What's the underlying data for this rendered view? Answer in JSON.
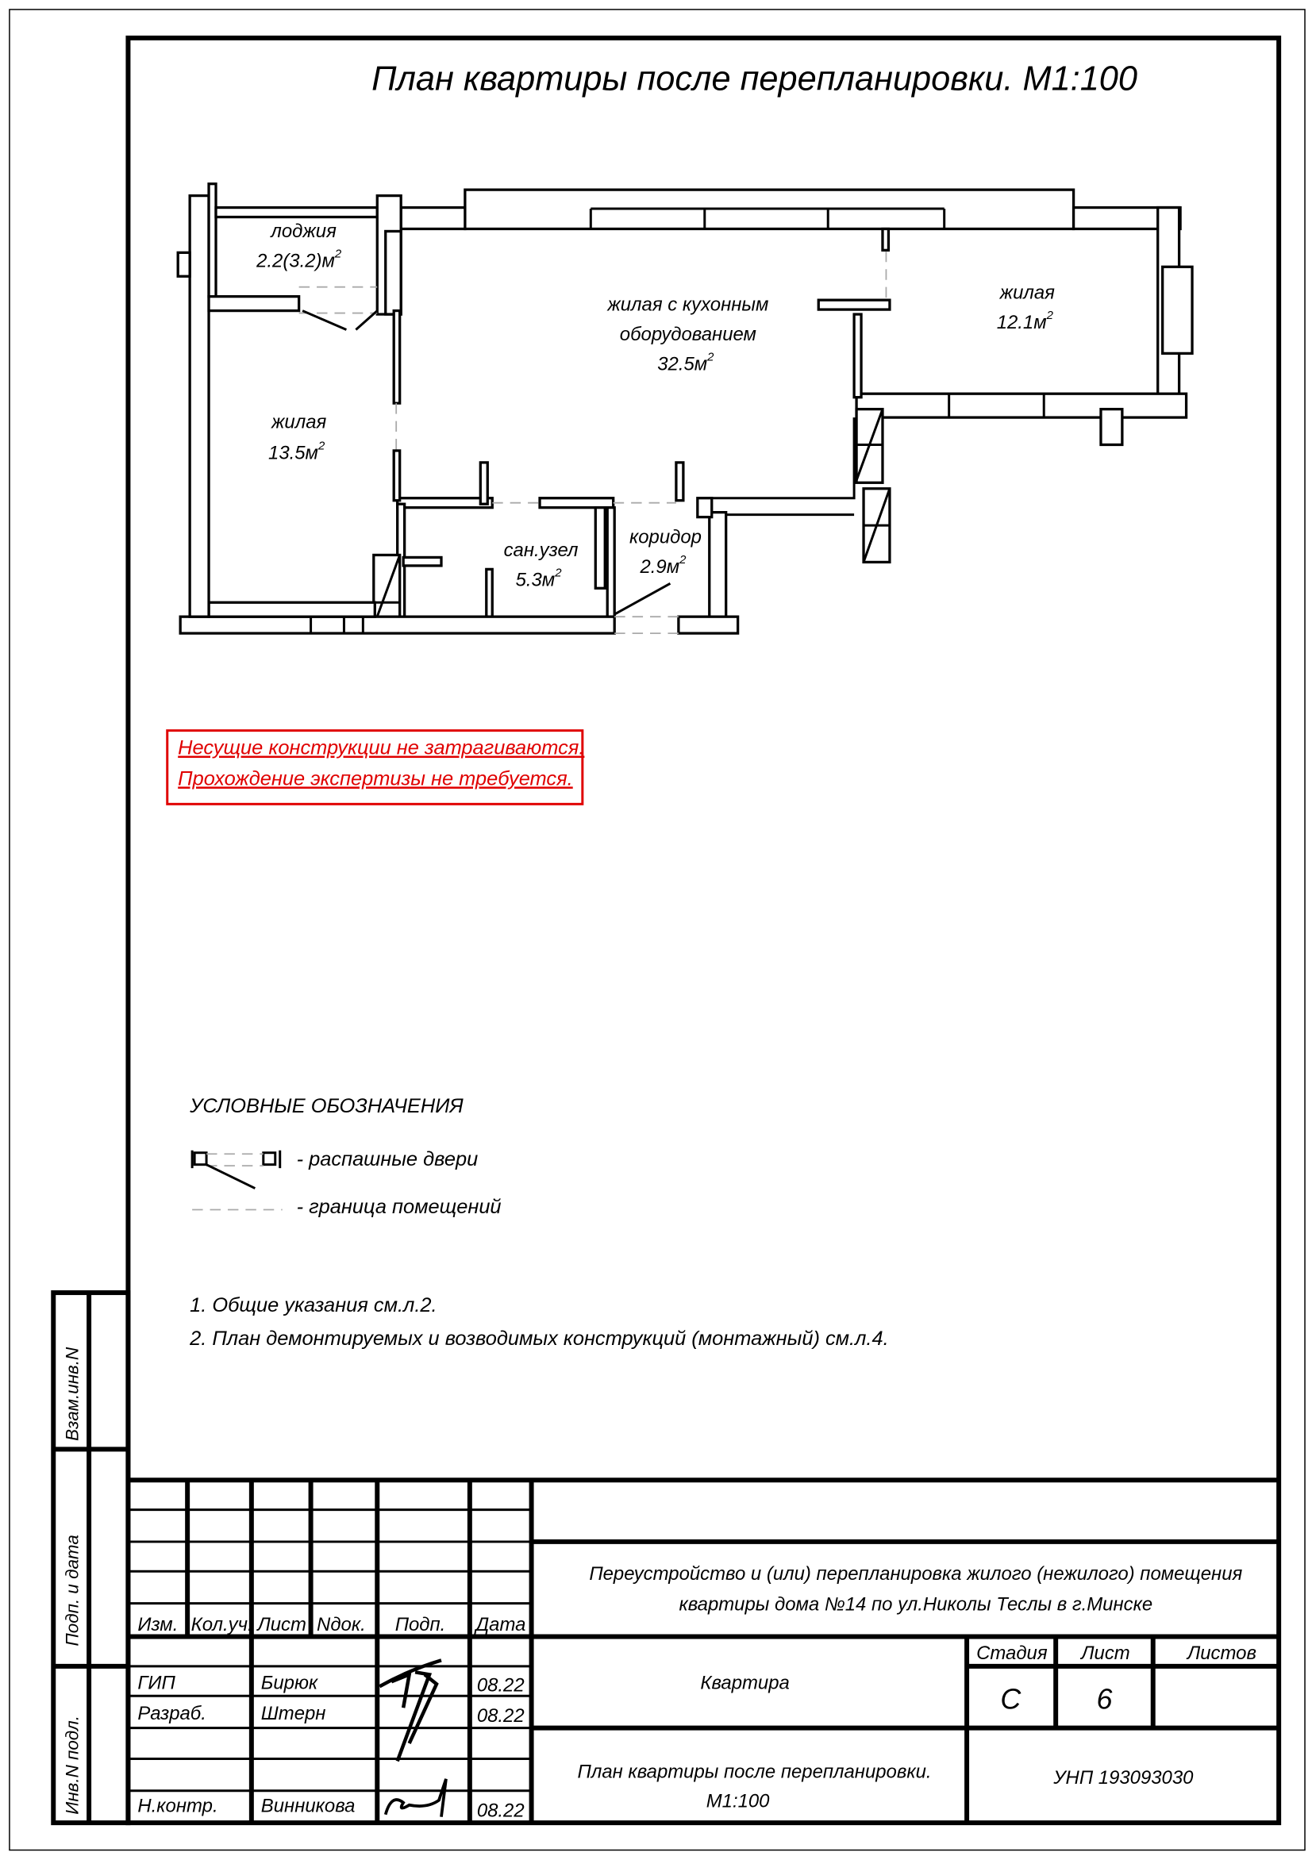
{
  "sheet": {
    "title": "План квартиры после перепланировки. М1:100"
  },
  "plan": {
    "rooms": [
      {
        "name": "лоджия",
        "area": "2.2(3.2)м",
        "sup": "2"
      },
      {
        "name_line1": "жилая с кухонным",
        "name_line2": "оборудованием",
        "area": "32.5м",
        "sup": "2"
      },
      {
        "name": "жилая",
        "area": "12.1м",
        "sup": "2"
      },
      {
        "name": "жилая",
        "area": "13.5м",
        "sup": "2"
      },
      {
        "name": "сан.узел",
        "area": "5.3м",
        "sup": "2"
      },
      {
        "name": "коридор",
        "area": "2.9м",
        "sup": "2"
      }
    ]
  },
  "note_box": {
    "color": "#e00000",
    "lines": [
      "Несущие конструкции не затрагиваются.",
      "Прохождение экспертизы не требуется."
    ]
  },
  "legend": {
    "title": "УСЛОВНЫЕ ОБОЗНАЧЕНИЯ",
    "items": [
      {
        "icon": "swing-door-icon",
        "label": "- распашные двери"
      },
      {
        "icon": "room-boundary-dashed-line-icon",
        "label": "- граница помещений"
      }
    ]
  },
  "notes": [
    "1. Общие указания см.л.2.",
    "2. План демонтируемых и возводимых конструкций (монтажный) см.л.4."
  ],
  "side_stamp": [
    "Взам.инв.N",
    "Подп. и дата",
    "Инв.N подл."
  ],
  "title_block": {
    "headers": [
      "Изм.",
      "Кол.уч.",
      "Лист",
      "Nдок.",
      "Подп.",
      "Дата"
    ],
    "people": [
      {
        "role": "ГИП",
        "name": "Бирюк",
        "date": "08.22"
      },
      {
        "role": "Разраб.",
        "name": "Штерн",
        "date": "08.22"
      },
      {
        "role": "Н.контр.",
        "name": "Винникова",
        "date": "08.22"
      }
    ],
    "project_line1": "Переустройство и (или) перепланировка жилого (нежилого) помещения",
    "project_line2": "квартиры дома №14 по ул.Николы Теслы в г.Минске",
    "object": "Квартира",
    "stage_label": "Стадия",
    "sheet_label": "Лист",
    "sheets_label": "Листов",
    "stage": "С",
    "sheet": "6",
    "sheets": "",
    "drawing_line1": "План квартиры после перепланировки.",
    "drawing_line2": "М1:100",
    "company": "УНП 193093030"
  }
}
